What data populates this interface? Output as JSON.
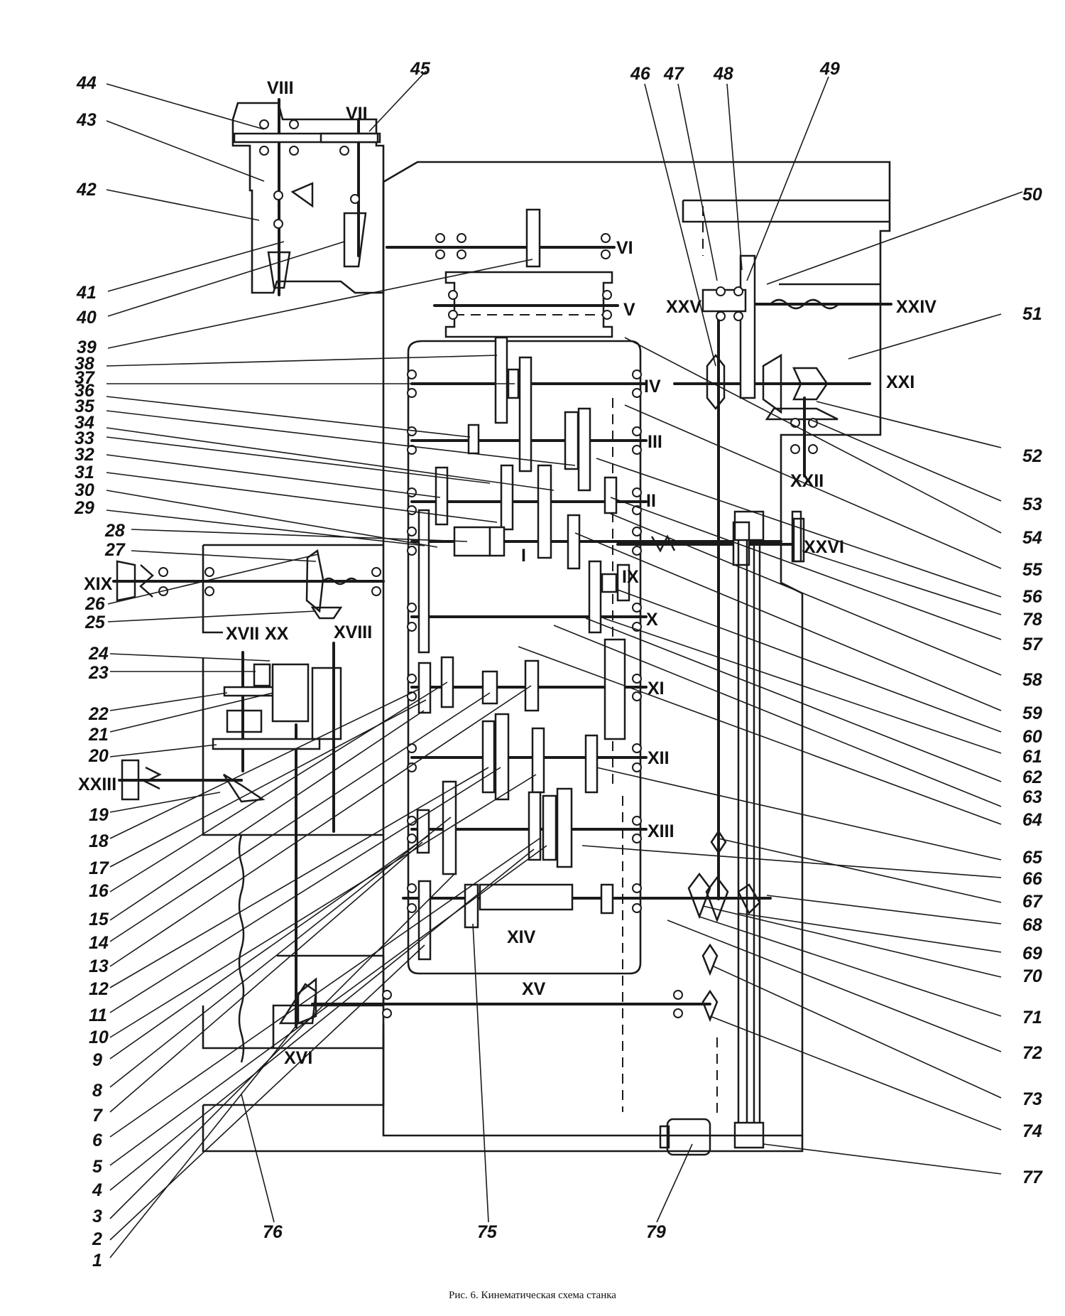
{
  "caption": "Рис. 6. Кинематическая схема станка",
  "shafts": [
    "I",
    "II",
    "III",
    "IV",
    "V",
    "VI",
    "VII",
    "VIII",
    "IX",
    "X",
    "XI",
    "XII",
    "XIII",
    "XIV",
    "XV",
    "XVI",
    "XVII",
    "XVIII",
    "XIX",
    "XX",
    "XXI",
    "XXII",
    "XXIII",
    "XXIV",
    "XXV",
    "XXVI"
  ],
  "parts": [
    "1",
    "2",
    "3",
    "4",
    "5",
    "6",
    "7",
    "8",
    "9",
    "10",
    "11",
    "12",
    "13",
    "14",
    "15",
    "16",
    "17",
    "18",
    "19",
    "20",
    "21",
    "22",
    "23",
    "24",
    "25",
    "26",
    "27",
    "28",
    "29",
    "30",
    "31",
    "32",
    "33",
    "34",
    "35",
    "36",
    "37",
    "38",
    "39",
    "40",
    "41",
    "42",
    "43",
    "44",
    "45",
    "46",
    "47",
    "48",
    "49",
    "50",
    "51",
    "52",
    "53",
    "54",
    "55",
    "56",
    "57",
    "58",
    "59",
    "60",
    "61",
    "62",
    "63",
    "64",
    "65",
    "66",
    "67",
    "68",
    "69",
    "70",
    "71",
    "72",
    "73",
    "74",
    "75",
    "76",
    "77",
    "78",
    "79"
  ]
}
